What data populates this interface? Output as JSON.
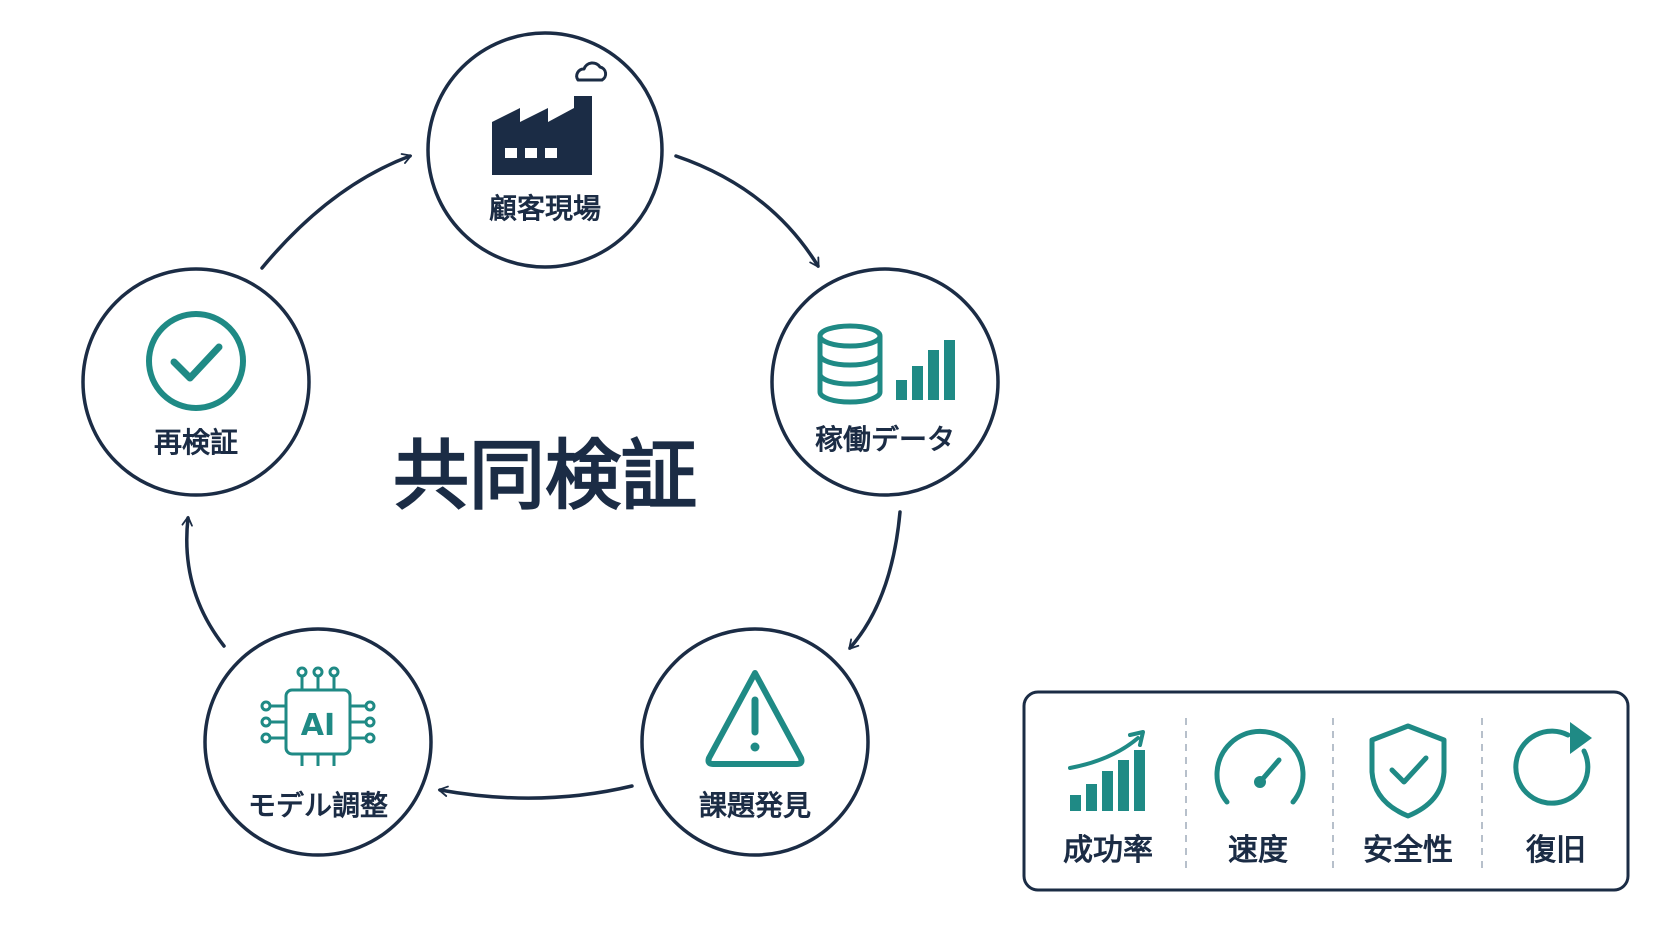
{
  "title": "共同検証",
  "cycle": [
    {
      "id": "customer-site",
      "label": "顧客現場",
      "icon": "factory-icon"
    },
    {
      "id": "operation-data",
      "label": "稼働データ",
      "icon": "database-chart-icon"
    },
    {
      "id": "issue-discovery",
      "label": "課題発見",
      "icon": "warning-icon"
    },
    {
      "id": "model-tuning",
      "label": "モデル調整",
      "icon": "ai-chip-icon",
      "icon_text": "AI"
    },
    {
      "id": "revalidation",
      "label": "再検証",
      "icon": "check-circle-icon"
    }
  ],
  "metrics": [
    {
      "label": "成功率",
      "icon": "growth-chart-icon"
    },
    {
      "label": "速度",
      "icon": "speedometer-icon"
    },
    {
      "label": "安全性",
      "icon": "shield-check-icon"
    },
    {
      "label": "復旧",
      "icon": "refresh-icon"
    }
  ],
  "colors": {
    "navy": "#1b2c45",
    "teal": "#1f8a85",
    "background": "#ffffff"
  }
}
